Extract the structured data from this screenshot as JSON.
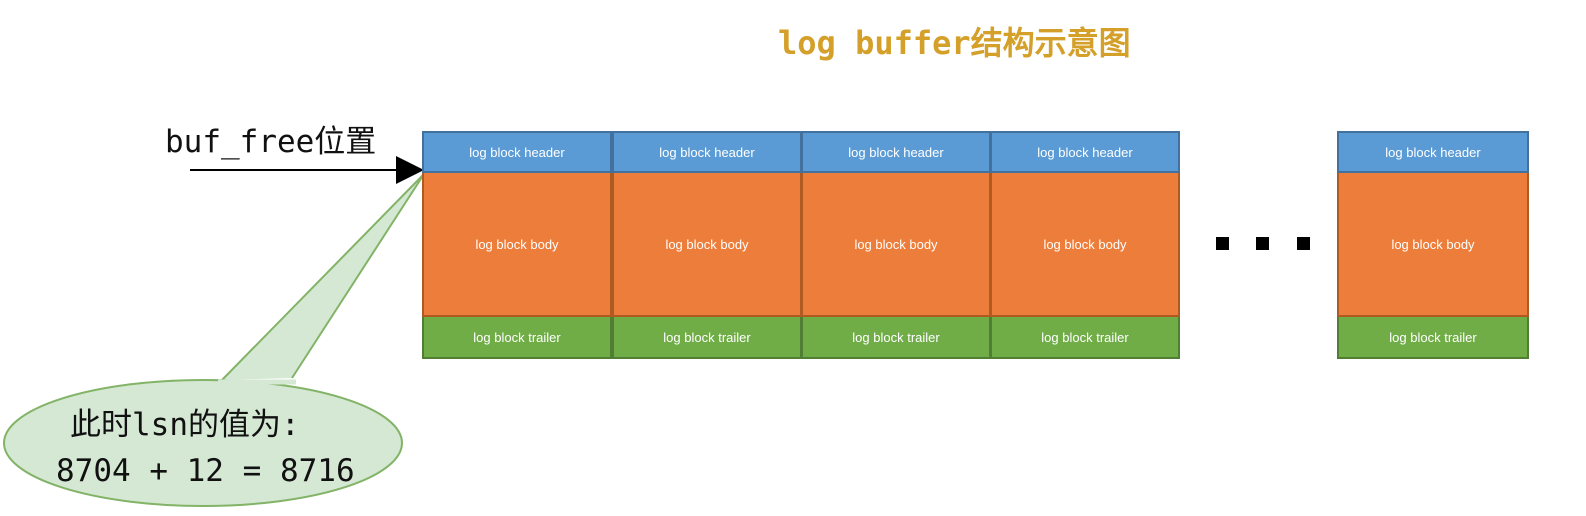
{
  "title": "log buffer结构示意图",
  "pointer_label": "buf_free位置",
  "segment_labels": {
    "header": "log block header",
    "body": "log block body",
    "trailer": "log block trailer"
  },
  "callout": {
    "line1": "此时lsn的值为:",
    "line2": "8704 + 12 = 8716"
  },
  "colors": {
    "title": "#d4a02a",
    "header": "#5b9bd5",
    "body": "#ed7d3a",
    "trailer": "#70ad47",
    "callout_fill": "#d5e8d4",
    "callout_stroke": "#82b366"
  }
}
